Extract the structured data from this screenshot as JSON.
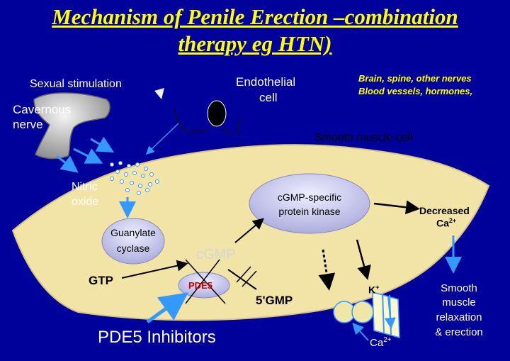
{
  "title": {
    "line1": "Mechanism of Penile Erection –combination",
    "line2": "therapy eg HTN)"
  },
  "labels": {
    "sexual_stimulation": "Sexual stimulation",
    "cavernous_nerve_1": "Cavernous",
    "cavernous_nerve_2": "nerve",
    "endothelial_1": "Endothelial",
    "endothelial_2": "cell",
    "sources_1": "Brain, spine, other nerves",
    "sources_2": "Blood vessels, hormones,",
    "smooth_muscle_cell": "Smooth muscle cell",
    "nitric_1": "Nitric",
    "nitric_2": "oxide",
    "guanylate_1": "Guanylate",
    "guanylate_2": "cyclase",
    "kinase_1": "cGMP-specific",
    "kinase_2": "protein kinase",
    "decreased": "Decreased",
    "ca_sym": "Ca",
    "ca_sup": "2+",
    "cgmp": "cGMP",
    "gtp": "GTP",
    "pde5": "PDE5",
    "gmp5": "5'GMP",
    "k_sym": "K",
    "k_sup": "+",
    "ca_bottom": "Ca",
    "ca_bottom_sup": "2+",
    "relax_1": "Smooth",
    "relax_2": "muscle",
    "relax_3": "relaxation",
    "relax_4": "& erection",
    "inhibitors": "PDE5 Inhibitors"
  },
  "colors": {
    "background": "#00009a",
    "title": "#ffff00",
    "cell": "#f2e4a6",
    "arrow_blue": "#3399ff",
    "enzyme_fill": "#c8c8f0",
    "pde5_text": "#cc0000"
  }
}
